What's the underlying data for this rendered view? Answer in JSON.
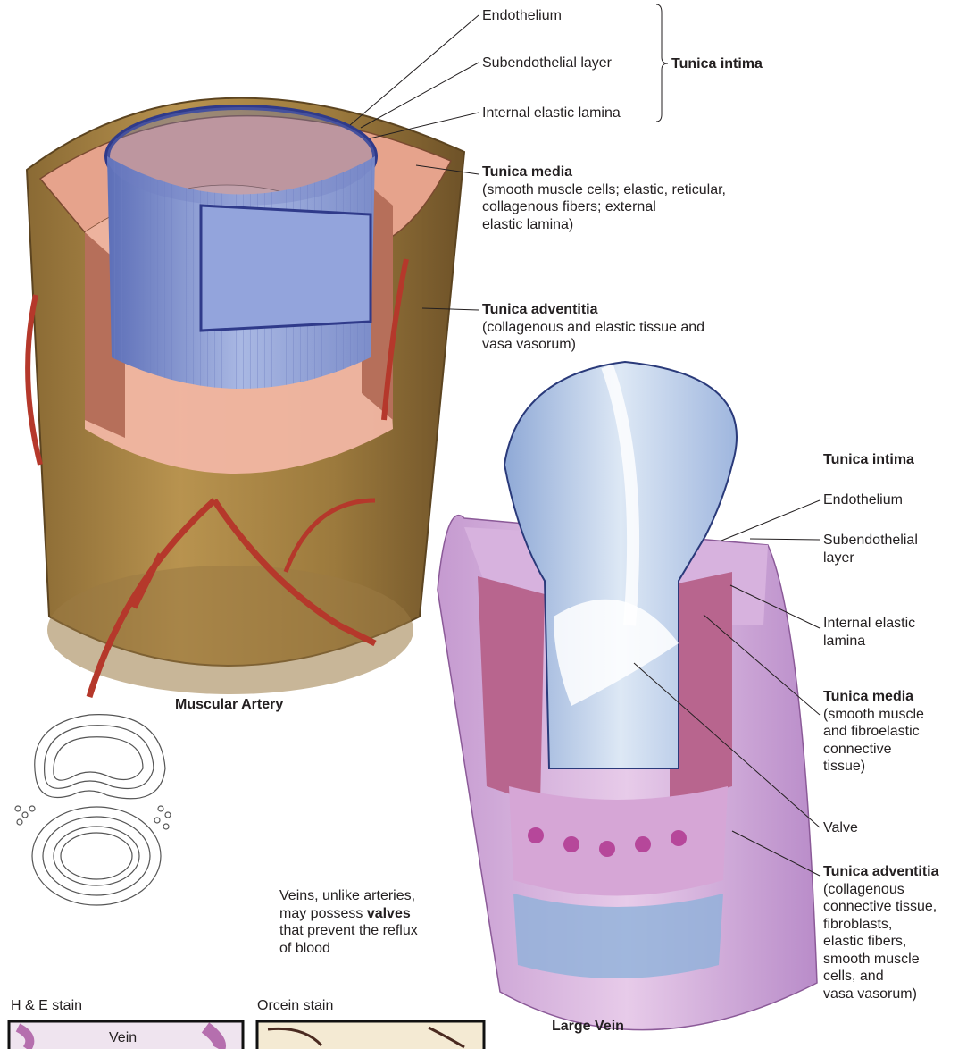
{
  "artery": {
    "caption": "Muscular Artery",
    "endothelium": "Endothelium",
    "subendothelial": "Subendothelial layer",
    "internal_elastic": "Internal elastic lamina",
    "tunica_intima": "Tunica intima",
    "media_title": "Tunica media",
    "media_desc": "(smooth muscle cells; elastic, reticular,\ncollagenous fibers; external\nelastic lamina)",
    "adventitia_title": "Tunica adventitia",
    "adventitia_desc": "(collagenous and elastic tissue and\nvasa vasorum)"
  },
  "vein": {
    "caption": "Large Vein",
    "tunica_intima": "Tunica intima",
    "endothelium": "Endothelium",
    "subendothelial": "Subendothelial\nlayer",
    "internal_elastic": "Internal elastic\nlamina",
    "media_title": "Tunica media",
    "media_desc": "(smooth muscle\nand fibroelastic\nconnective\ntissue)",
    "valve": "Valve",
    "adventitia_title": "Tunica adventitia",
    "adventitia_desc": "(collagenous\nconnective tissue,\nfibroblasts,\nelastic fibers,\nsmooth muscle\ncells, and\nvasa vasorum)"
  },
  "note": {
    "before": "Veins, unlike arteries,\nmay possess ",
    "bold": "valves",
    "after": "\nthat prevent the reflux\nof blood"
  },
  "micrographs": {
    "he_label": "H & E stain",
    "orcein_label": "Orcein stain",
    "vein_label": "Vein"
  }
}
